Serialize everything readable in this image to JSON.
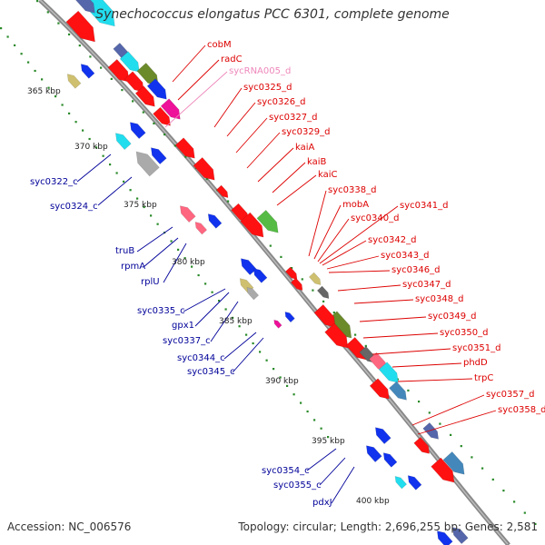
{
  "title": "Synechococcus elongatus PCC 6301, complete genome",
  "footer": {
    "accession": "Accession: NC_006576",
    "summary": "Topology: circular; Length: 2,696,255 bp; Genes: 2,581"
  },
  "colors": {
    "forward_label": "#dd0000",
    "reverse_label": "#000099",
    "rna_label": "#ee88bb",
    "backbone": "#888888",
    "tick": "#2a8a2a",
    "gene_red": "#ff1111",
    "gene_blue": "#1133ee",
    "gene_cyan": "#22ddee",
    "gene_green": "#55bb44",
    "gene_olive": "#6b8a2a",
    "gene_grey": "#aaaaaa",
    "gene_dark_grey": "#666666",
    "gene_slate": "#5566aa",
    "gene_pink": "#ff6680",
    "gene_magenta": "#ee1199",
    "gene_khaki": "#cfc070",
    "gene_steel": "#4488bb"
  },
  "kbp_labels": [
    "365 kbp",
    "370 kbp",
    "375 kbp",
    "380 kbp",
    "385 kbp",
    "390 kbp",
    "395 kbp",
    "400 kbp"
  ],
  "right_labels": [
    "cobM",
    "radC",
    "sycRNA005_d",
    "syc0325_d",
    "syc0326_d",
    "syc0327_d",
    "syc0329_d",
    "kaiA",
    "kaiB",
    "kaiC",
    "syc0338_d",
    "mobA",
    "syc0340_d",
    "syc0341_d",
    "syc0342_d",
    "syc0343_d",
    "syc0346_d",
    "syc0347_d",
    "syc0348_d",
    "syc0349_d",
    "syc0350_d",
    "syc0351_d",
    "phdD",
    "trpC",
    "syc0357_d",
    "syc0358_d"
  ],
  "left_labels": [
    "syc0322_c",
    "syc0324_c",
    "truB",
    "rpmA",
    "rplU",
    "syc0335_c",
    "gpx1",
    "syc0337_c",
    "syc0344_c",
    "syc0345_c",
    "syc0354_c",
    "syc0355_c",
    "pdxJ"
  ]
}
